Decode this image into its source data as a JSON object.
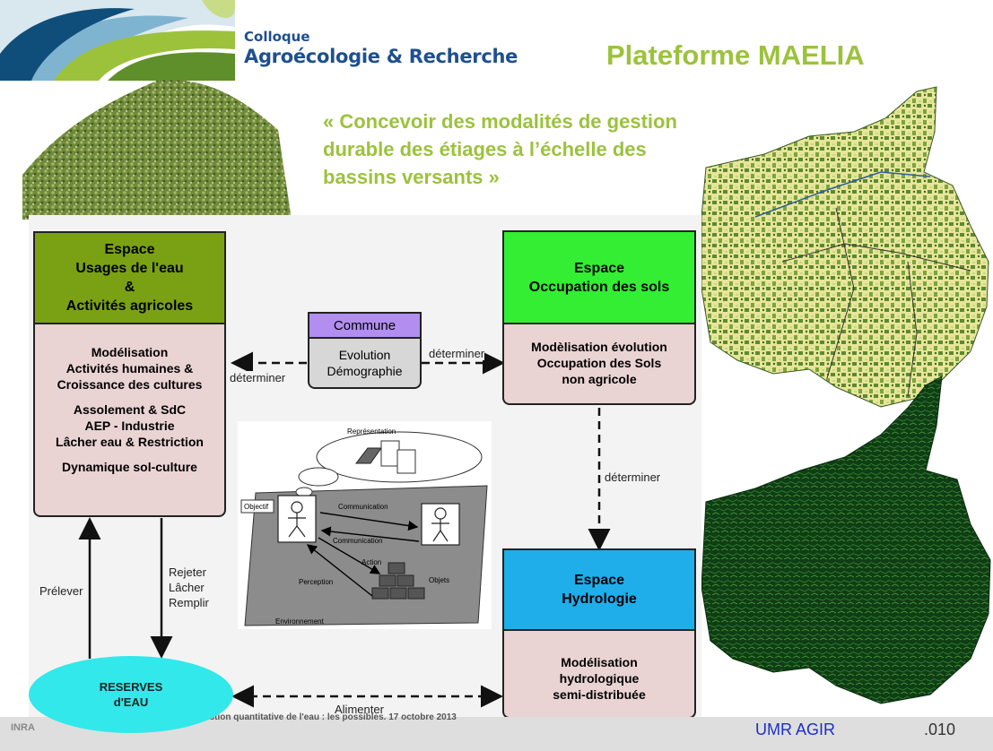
{
  "header": {
    "logo_line1": "Colloque",
    "logo_line2": "Agroécologie & Recherche",
    "title": "Plateforme MAELIA",
    "subtitle_lines": [
      "« Concevoir des modalités de gestion",
      "durable des étiages à l’échelle des",
      "bassins versants »"
    ]
  },
  "boxes": {
    "usages": {
      "head": [
        "Espace",
        "Usages de l'eau",
        "&",
        "Activités agricoles"
      ],
      "body": [
        "Modélisation",
        "Activités humaines &",
        "Croissance des cultures",
        "",
        "Assolement & SdC",
        "AEP - Industrie",
        "Lâcher eau & Restriction",
        "",
        "Dynamique sol-culture"
      ],
      "color": "#7aa114"
    },
    "commune": {
      "head": "Commune",
      "body": [
        "Evolution",
        "Démographie"
      ],
      "color": "#b28ef0"
    },
    "occupation": {
      "head": [
        "Espace",
        "Occupation des sols"
      ],
      "body": [
        "Modèlisation évolution",
        "Occupation des Sols",
        "non agricole"
      ],
      "color": "#33ee33"
    },
    "hydrologie": {
      "head": [
        "Espace",
        "Hydrologie"
      ],
      "body": [
        "Modélisation",
        "hydrologique",
        "semi-distribuée"
      ],
      "color": "#1faeea"
    },
    "reserves": {
      "lines": [
        "RESERVES",
        "d'EAU"
      ],
      "color": "#33e8ea"
    }
  },
  "edges": {
    "determiner_left": "déterminer",
    "determiner_right": "déterminer",
    "determiner_down": "déterminer",
    "prelever": "Prélever",
    "rejeter": [
      "Rejeter",
      "Lâcher",
      "Remplir"
    ],
    "alimenter": "Alimenter"
  },
  "inset": {
    "representation": "Représentation",
    "objectif": "Objectif",
    "communication_1": "Communication",
    "communication_2": "Communication",
    "action": "Action",
    "perception": "Perception",
    "objets": "Objets",
    "environnement": "Environnement"
  },
  "footer": {
    "source_text": "Ateliers. Gestion quantitative de l'eau : les possibles. 17 octobre 2013",
    "inra_label": "INRA",
    "umr": "UMR AGIR",
    "page_number": ".010"
  }
}
